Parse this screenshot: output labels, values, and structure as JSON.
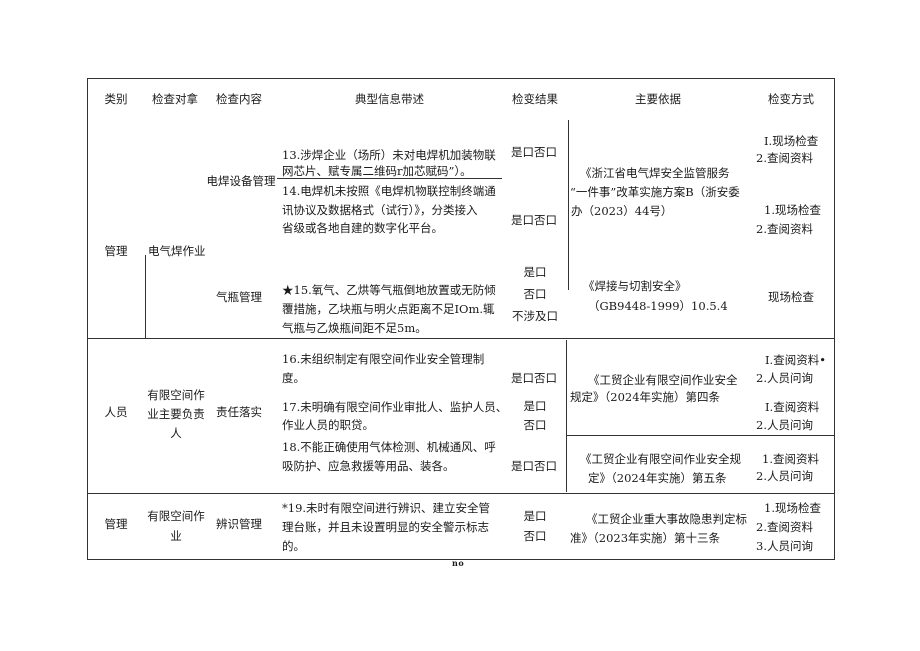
{
  "header": {
    "category": "类别",
    "object": "检查对拿",
    "content": "检查内容",
    "typical": "典型信息带述",
    "result": "检变结果",
    "basis": "主要依据",
    "method": "检变方式"
  },
  "section1": {
    "category": "管理",
    "object": "电气焊作业",
    "content1": "电焊设备管理",
    "content2": "气瓶管理",
    "items": {
      "i13_l1": "13.涉焊企业（场所）未对电焊机加装物联",
      "i13_l2": "网芯片、赋专属二维码r加芯赋码”）。",
      "i14_l1": "14.电焊机未按照《电焊机物联控制终端通",
      "i14_l2": "讯协议及数据格式（试行）》，分类接入",
      "i14_l3": "省级或各地自建的数字化平台。",
      "i15_l1": "★15.氧气、乙烘等气瓶倒地放置或无防倾",
      "i15_l2": "覆措施，乙块瓶与明火点距离不足IOm.辄",
      "i15_l3": "气瓶与乙焕瓶间距不足5m。"
    },
    "results": {
      "r13": "是口否口",
      "r14": "是口否口",
      "r15_l1": "是口",
      "r15_l2": "否口",
      "r15_l3": "不涉及口"
    },
    "basis": {
      "b1_l1": "《浙江省电气焊安全监管服务",
      "b1_l2": "“一件事”改革实施方案B（浙安委",
      "b1_l3": "办（2023）44号）",
      "b2_l1": "《焊接与切割安全》",
      "b2_l2": "（GB9448-1999）10.5.4"
    },
    "methods": {
      "m13_l1": "I.现场检查",
      "m13_l2": "2.查阅资料",
      "m14_l1": "1.现场检查",
      "m14_l2": "2.查阅资料",
      "m15": "现场检查"
    }
  },
  "section2": {
    "category": "人员",
    "object_l1": "有限空间作",
    "object_l2": "业主要负责",
    "object_l3": "人",
    "content": "责任落实",
    "items": {
      "i16_l1": "16.未组织制定有限空间作业安全管理制",
      "i16_l2": "度。",
      "i17_l1": "17.未明确有限空间作业审批人、监护人员、",
      "i17_l2": "作业人员的职贷。",
      "i18_l1": "18.不能正确使用气体检测、机械通风、呼",
      "i18_l2": "吸防护、应急救援等用品、装各。"
    },
    "results": {
      "r16": "是口否口",
      "r17_l1": "是口",
      "r17_l2": "否口",
      "r18": "是口否口"
    },
    "basis": {
      "b1_l1": "《工贸企业有限空间作业安全",
      "b1_l2": "规定》（2024年实施）第四条",
      "b2_l1": "《工贸企业有限空间作业安全规",
      "b2_l2": "定》（2024年实施）第五条"
    },
    "methods": {
      "m16_l1": "I.查阅资料•",
      "m16_l2": "2.人员问询",
      "m17_l1": "I.查阅资料",
      "m17_l2": "2.人员问询",
      "m18_l1": "1.查阅资料",
      "m18_l2": "2.人员问询"
    }
  },
  "section3": {
    "category": "管理",
    "object_l1": "有限空间作",
    "object_l2": "业",
    "content": "辨识管理",
    "items": {
      "i19_l1": "*19.未时有限空间进行辨识、建立安全管",
      "i19_l2": "理台账，并且未设置明显的安全警示标志",
      "i19_l3": "的。"
    },
    "results": {
      "r19_l1": "是口",
      "r19_l2": "否口"
    },
    "basis": {
      "b1_l1": "《工贸企业重大事故隐患判定标",
      "b1_l2": "准》（2023年实施）第十三条"
    },
    "methods": {
      "m19_l1": "1.现场检查",
      "m19_l2": "2.查阅资料",
      "m19_l3": "3.人员问询"
    }
  },
  "footer": {
    "mark": "no"
  }
}
